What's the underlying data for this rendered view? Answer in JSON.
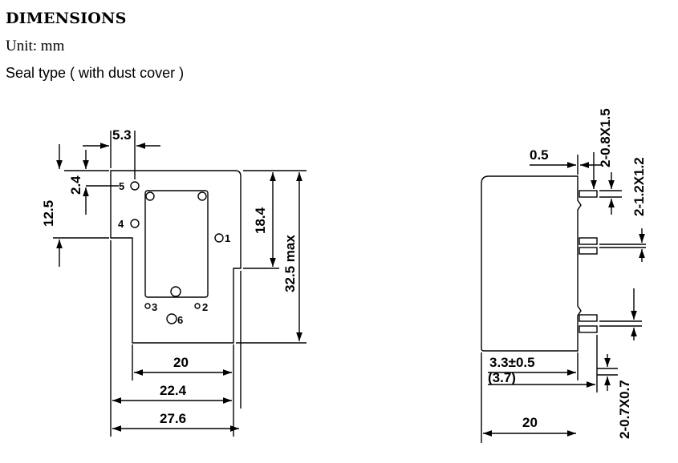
{
  "heading": "DIMENSIONS",
  "unit": "Unit: mm",
  "seal_type": "Seal type ( with dust cover )",
  "front_view": {
    "dimensions": {
      "top_offset": "5.3",
      "pin_offset": "2.4",
      "flange_height": "12.5",
      "height": "18.4",
      "height_max": "32.5 max",
      "inner_width": "20",
      "mid_width": "22.4",
      "overall_width": "27.6"
    },
    "pins": {
      "p1": "1",
      "p2": "2",
      "p3": "3",
      "p4": "4",
      "p5": "5",
      "p6": "6"
    }
  },
  "side_view": {
    "dimensions": {
      "cover_offset": "0.5",
      "pin_a": "2-0.8X1.5",
      "pin_b": "2-1.2X1.2",
      "pin_length": "3.3±0.5",
      "pin_length_ref": "(3.7)",
      "depth": "20",
      "pin_c": "2-0.7X0.7"
    }
  }
}
